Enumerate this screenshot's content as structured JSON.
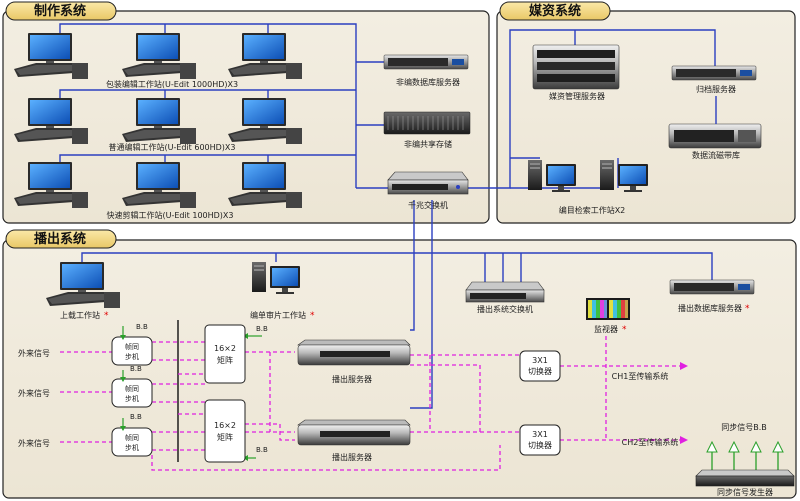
{
  "sections": {
    "production": "制作系统",
    "media": "媒资系统",
    "broadcast": "播出系统"
  },
  "labels": {
    "pkg_edit": "包装编辑工作站(U-Edit 1000HD)X3",
    "std_edit": "普通编辑工作站(U-Edit 600HD)X3",
    "fast_edit": "快速剪辑工作站(U-Edit 100HD)X3",
    "nonlinear_db": "非编数据库服务器",
    "shared_storage": "非编共享存储",
    "gig_switch": "千兆交换机",
    "media_mgmt": "媒资管理服务器",
    "archive_server": "归档服务器",
    "tape_lib": "数据流磁带库",
    "catalog_ws": "编目检索工作站X2",
    "upload_ws": "上载工作站",
    "playlist_ws": "编单审片工作站",
    "bc_switch": "播出系统交换机",
    "bc_db": "播出数据库服务器",
    "monitor": "监视器",
    "ext_signal": "外来信号",
    "frame_sync_1": "帧同",
    "frame_sync_2": "步机",
    "matrix_1": "16×2",
    "matrix_2": "矩阵",
    "bb": "B.B",
    "play_server": "播出服务器",
    "sw_1": "3X1",
    "sw_2": "切换器",
    "ch1": "CH1至传输系统",
    "ch2": "CH2至传输系统",
    "sync_signal": "同步信号B.B",
    "sync_gen": "同步信号发生器",
    "star": "*"
  }
}
